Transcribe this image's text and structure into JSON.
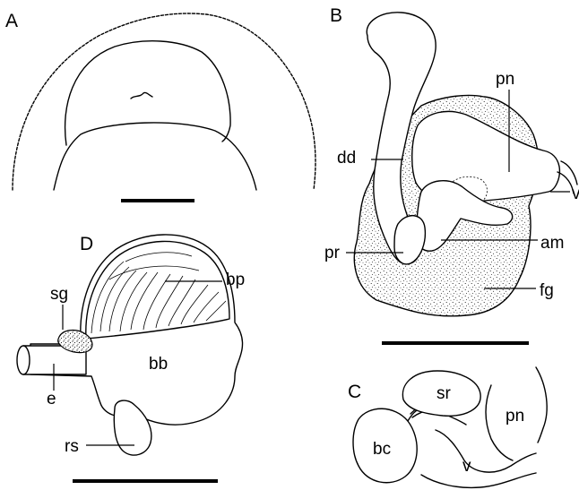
{
  "panels": {
    "A": {
      "letter": "A"
    },
    "B": {
      "letter": "B",
      "labels": {
        "pn": "pn",
        "dd": "dd",
        "v": "v",
        "pr": "pr",
        "am": "am",
        "fg": "fg"
      }
    },
    "C": {
      "letter": "C",
      "labels": {
        "sr": "sr",
        "pn": "pn",
        "bc": "bc",
        "v": "v"
      }
    },
    "D": {
      "letter": "D",
      "labels": {
        "sg": "sg",
        "bp": "bp",
        "bb": "bb",
        "e": "e",
        "rs": "rs"
      }
    }
  }
}
